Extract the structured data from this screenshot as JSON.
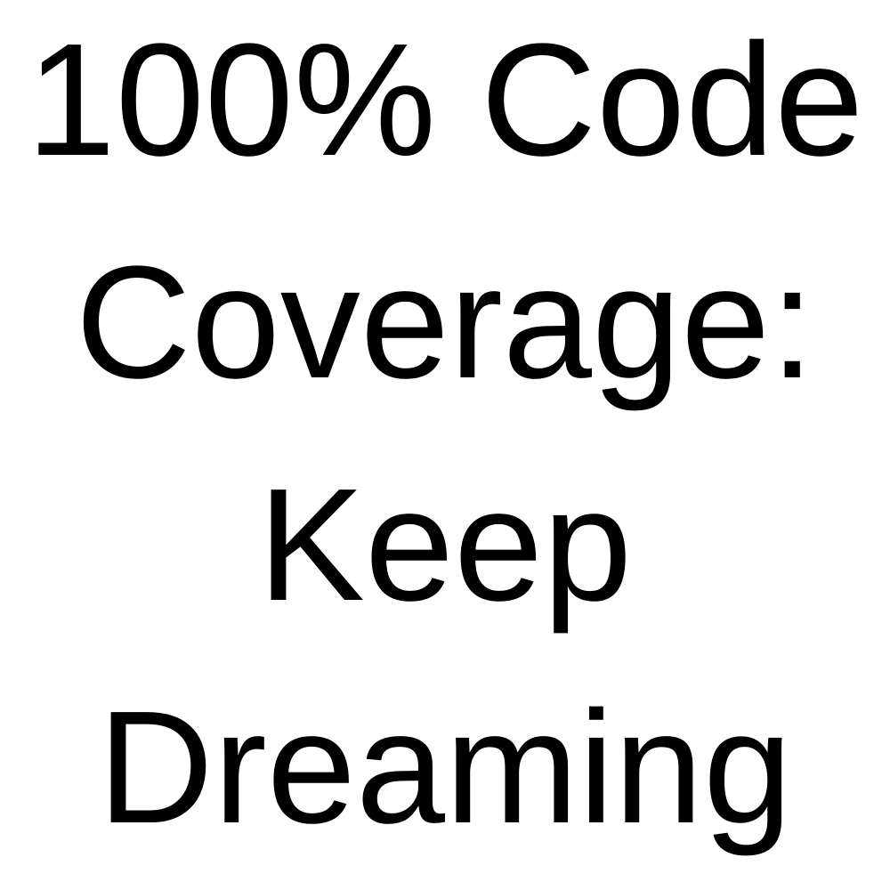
{
  "lines": [
    "100% Code",
    "Coverage:",
    "Keep",
    "Dreaming"
  ],
  "colors": {
    "background": "#ffffff",
    "text": "#000000"
  }
}
